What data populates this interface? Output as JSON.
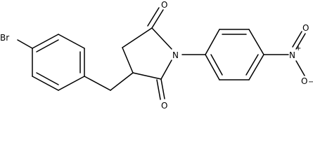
{
  "molecule": {
    "atoms": {
      "br": "Br",
      "n": "N",
      "o_top": "O",
      "o_bottom": "O",
      "n_plus": "N",
      "plus": "+",
      "o_right": "O",
      "minus": "−",
      "o_nitro": "O"
    }
  }
}
